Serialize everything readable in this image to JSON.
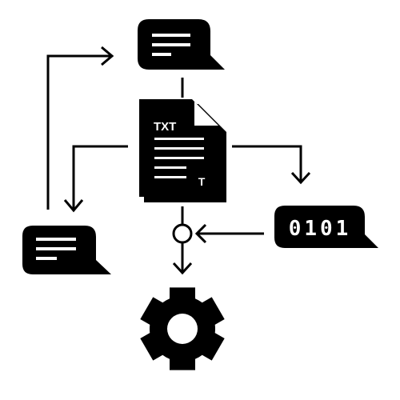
{
  "document": {
    "type_label": "TXT",
    "text_mark": "T"
  },
  "binary_bubble": {
    "text": "0101"
  },
  "icons": {
    "document": "text-file-icon",
    "top_bubble": "chat-bubble-icon",
    "left_bubble": "chat-bubble-icon",
    "binary": "binary-code-bubble-icon",
    "settings": "gear-icon",
    "junction": "junction-circle-icon"
  },
  "colors": {
    "ink": "#000000",
    "background": "#ffffff"
  }
}
